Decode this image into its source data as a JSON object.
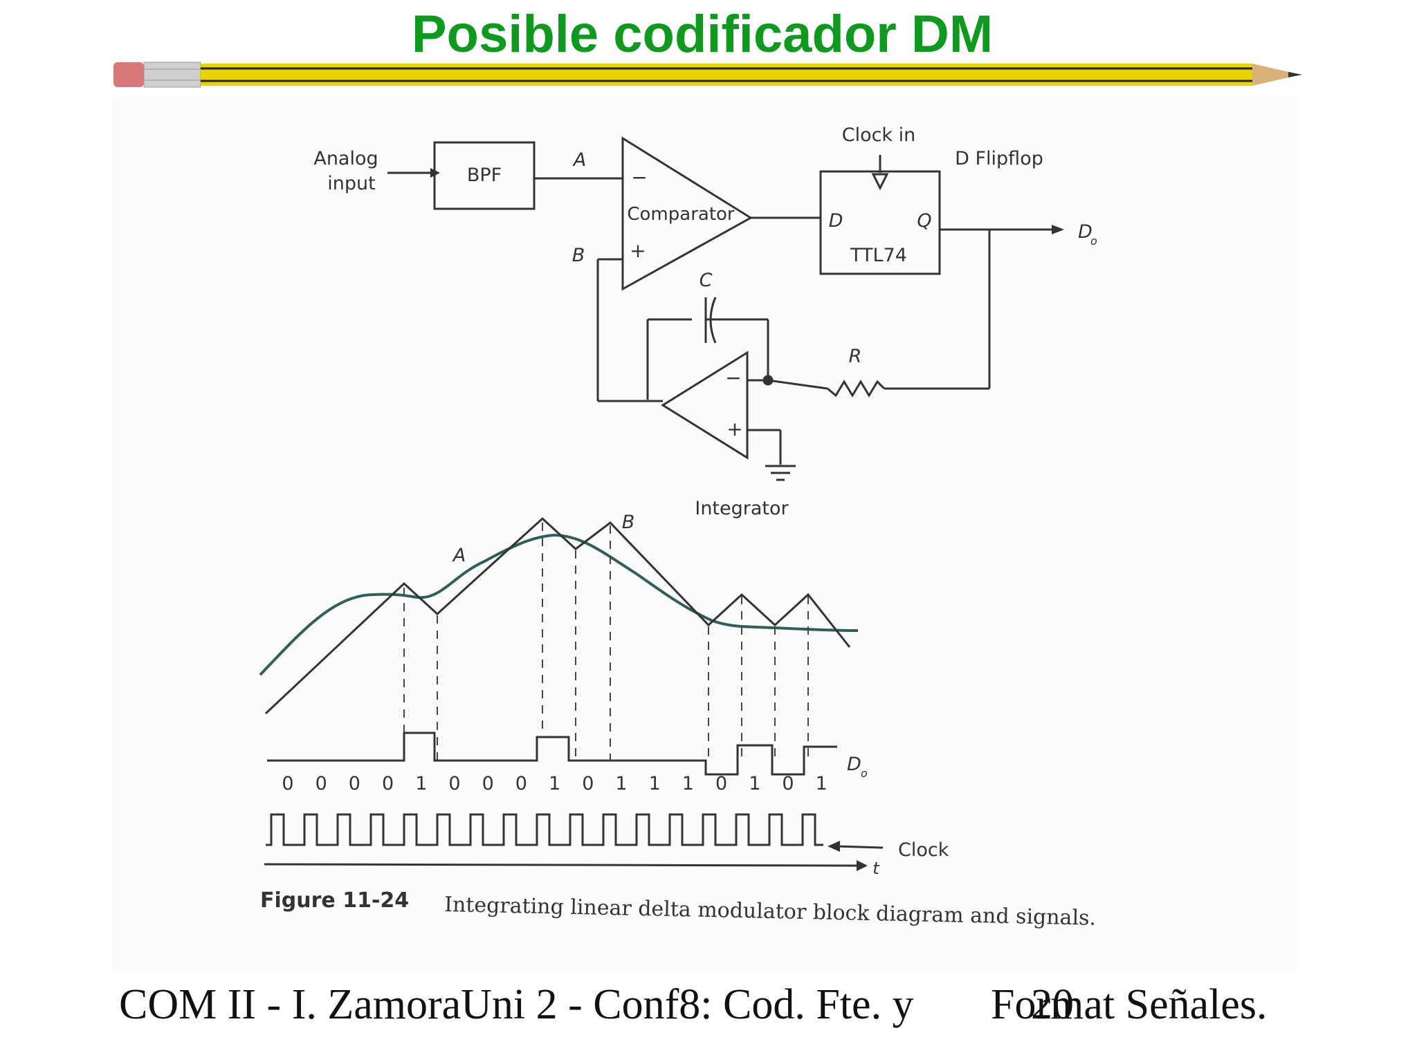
{
  "slide": {
    "title": "Posible codificador DM",
    "footer_left": "COM II - I. ZamoraUni 2 - Conf8: Cod. Fte. y ",
    "footer_right": "Format Señales.",
    "page_number": "20",
    "colors": {
      "title": "#0f9a1f",
      "pencil_body": "#e8d200",
      "eraser": "#d9787a"
    }
  },
  "block_diagram": {
    "analog_input": [
      "Analog",
      "input"
    ],
    "bpf": "BPF",
    "node_a": "A",
    "node_b": "B",
    "comparator": "Comparator",
    "minus": "−",
    "plus": "+",
    "clock_in": "Clock in",
    "flipflop_title": "D Flipflop",
    "ff_d": "D",
    "ff_q": "Q",
    "ff_part": "TTL74",
    "output": "D",
    "output_sub": "o",
    "capacitor": "C",
    "resistor": "R",
    "integrator": "Integrator"
  },
  "waveforms": {
    "label_a": "A",
    "label_b": "B",
    "output": "D",
    "output_sub": "o",
    "bits": [
      "0",
      "0",
      "0",
      "0",
      "1",
      "0",
      "0",
      "0",
      "1",
      "0",
      "1",
      "1",
      "1",
      "0",
      "1",
      "0",
      "1"
    ],
    "clock": "Clock",
    "time": "t"
  },
  "caption": {
    "figure": "Figure 11-24",
    "text": "Integrating linear delta modulator block diagram and signals."
  }
}
